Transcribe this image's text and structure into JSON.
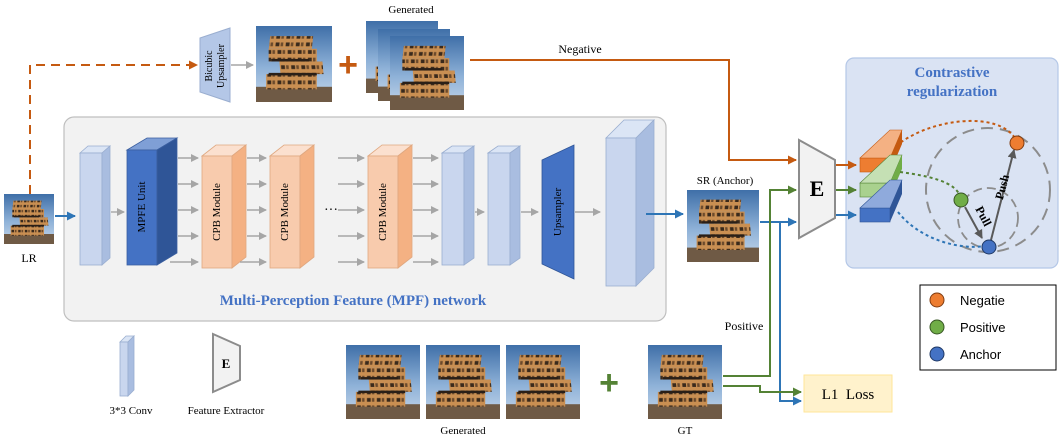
{
  "labels": {
    "generated_top": "Generated",
    "bicubic": "Bicubic",
    "upsampler_small": "Upsampler",
    "negative": "Negative",
    "lr": "LR",
    "mpfe_unit": "MPFE Unit",
    "cpb_module": "CPB Module",
    "ellipsis": "···",
    "upsampler": "Upsampler",
    "sr_anchor": "SR (Anchor)",
    "extractor_letter": "E",
    "network_title": "Multi-Perception Feature (MPF) network",
    "positive": "Positive",
    "conv_label": "3*3 Conv",
    "feature_extractor": "Feature Extractor",
    "generated_bottom": "Generated",
    "gt": "GT",
    "l1_loss": "L1  Loss",
    "contrastive_title_1": "Contrastive",
    "contrastive_title_2": "regularization",
    "push": "Push",
    "pull": "Pull",
    "plus": "+"
  },
  "legend": [
    {
      "label": "Negatie",
      "color": "#ee7d31"
    },
    {
      "label": "Positive",
      "color": "#70ad47"
    },
    {
      "label": "Anchor",
      "color": "#4472c4"
    }
  ],
  "colors": {
    "negative": "#c55a11",
    "positive": "#548235",
    "anchor": "#2e75b6",
    "title_blue": "#4472c4",
    "cpb_fill": "#f8cbad",
    "conv_fill": "#c9d6ee",
    "mpfe_fill": "#4472c4",
    "panel_fill": "#f2f2f2",
    "contrastive_fill": "#dae3f3",
    "l1_fill": "#fff2cc"
  }
}
